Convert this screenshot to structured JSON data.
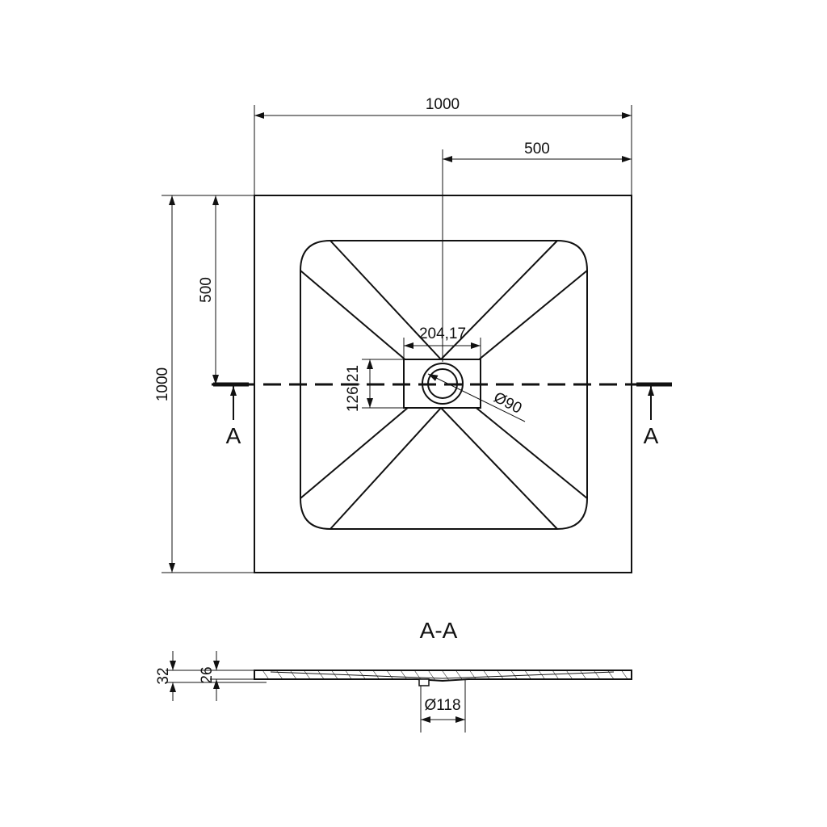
{
  "plan_view": {
    "overall_width": "1000",
    "half_width": "500",
    "overall_depth": "1000",
    "half_depth": "500",
    "drain_box_width": "204,17",
    "drain_box_depth": "126,21",
    "drain_diameter": "Ø90",
    "section_marker_left": "A",
    "section_marker_right": "A"
  },
  "section_view": {
    "title": "A-A",
    "total_height": "32",
    "tray_height": "26",
    "outlet_diameter": "Ø118"
  },
  "colors": {
    "line": "#111111",
    "background": "#ffffff"
  }
}
